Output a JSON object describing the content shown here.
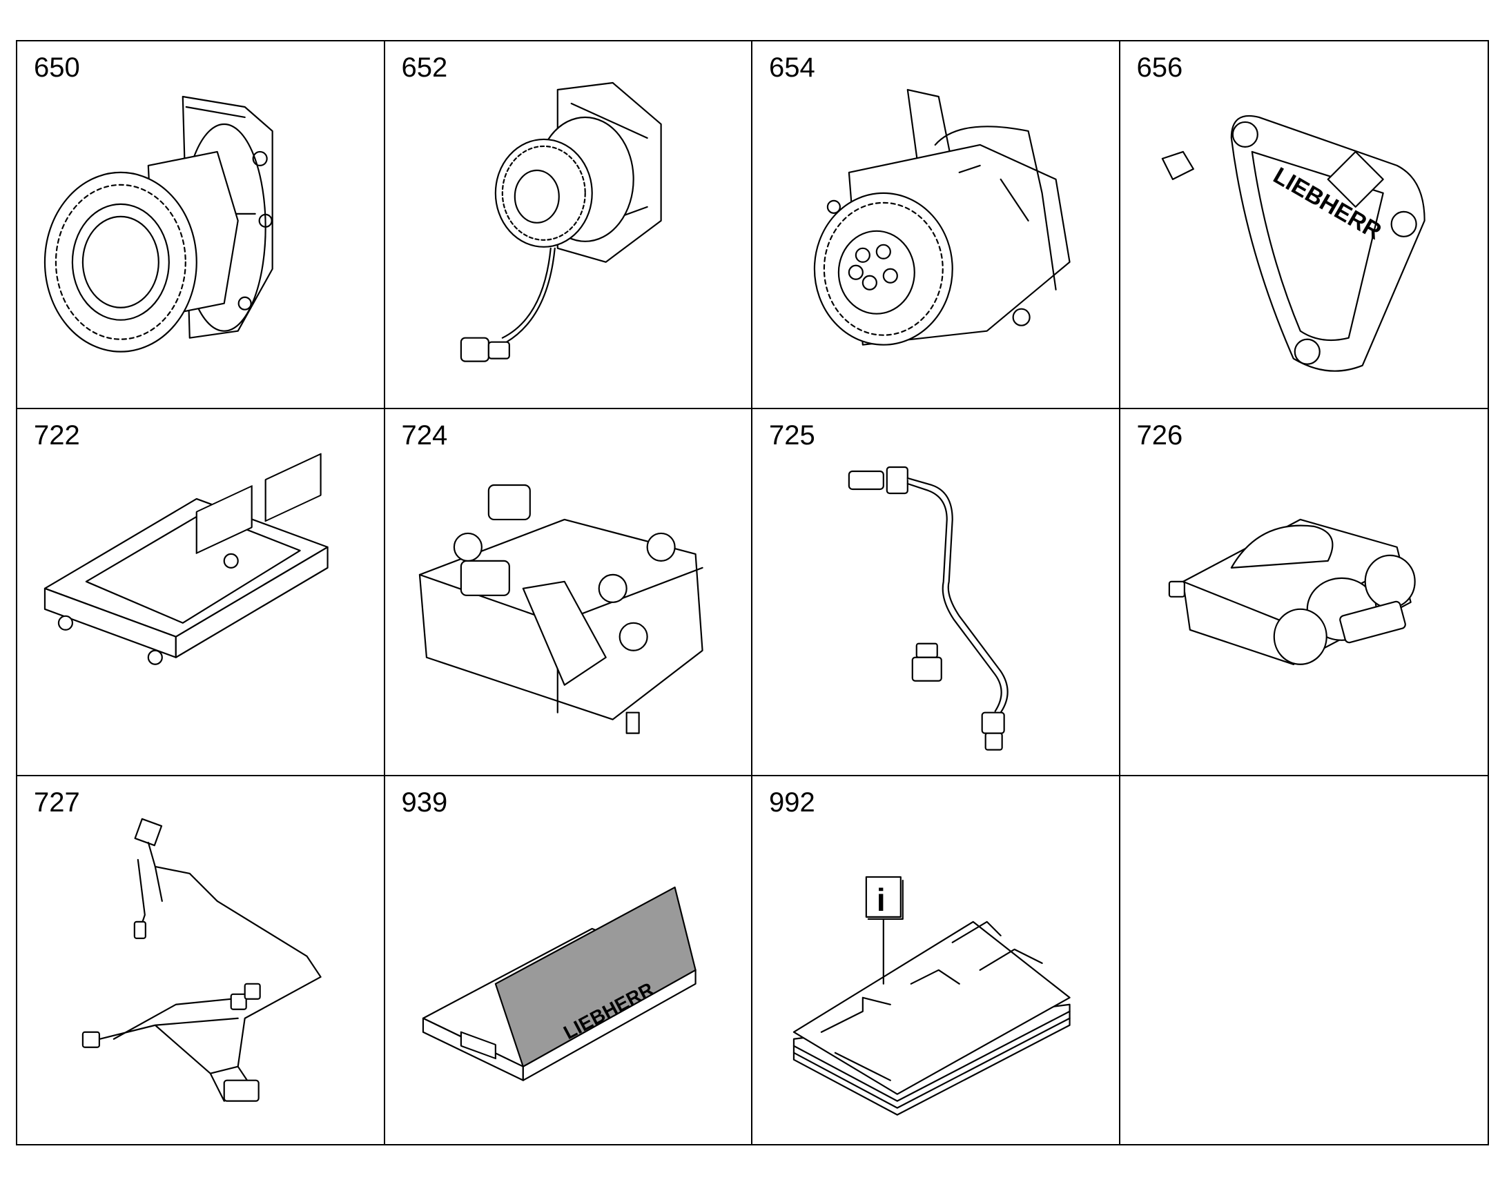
{
  "cells": [
    {
      "number": "650",
      "icon": "gear-hub-icon"
    },
    {
      "number": "652",
      "icon": "water-pump-gear-icon"
    },
    {
      "number": "654",
      "icon": "gear-pump-assembly-icon"
    },
    {
      "number": "656",
      "icon": "cover-plate-icon",
      "logo_text": "LIEBHERR"
    },
    {
      "number": "722",
      "icon": "control-unit-icon"
    },
    {
      "number": "724",
      "icon": "valve-block-icon"
    },
    {
      "number": "725",
      "icon": "pipe-line-icon"
    },
    {
      "number": "726",
      "icon": "small-pump-icon"
    },
    {
      "number": "727",
      "icon": "wiring-harness-icon"
    },
    {
      "number": "939",
      "icon": "document-box-icon",
      "logo_text": "LIEBHERR"
    },
    {
      "number": "992",
      "icon": "manual-info-icon",
      "info_symbol": "i"
    },
    {
      "number": "",
      "icon": ""
    }
  ]
}
